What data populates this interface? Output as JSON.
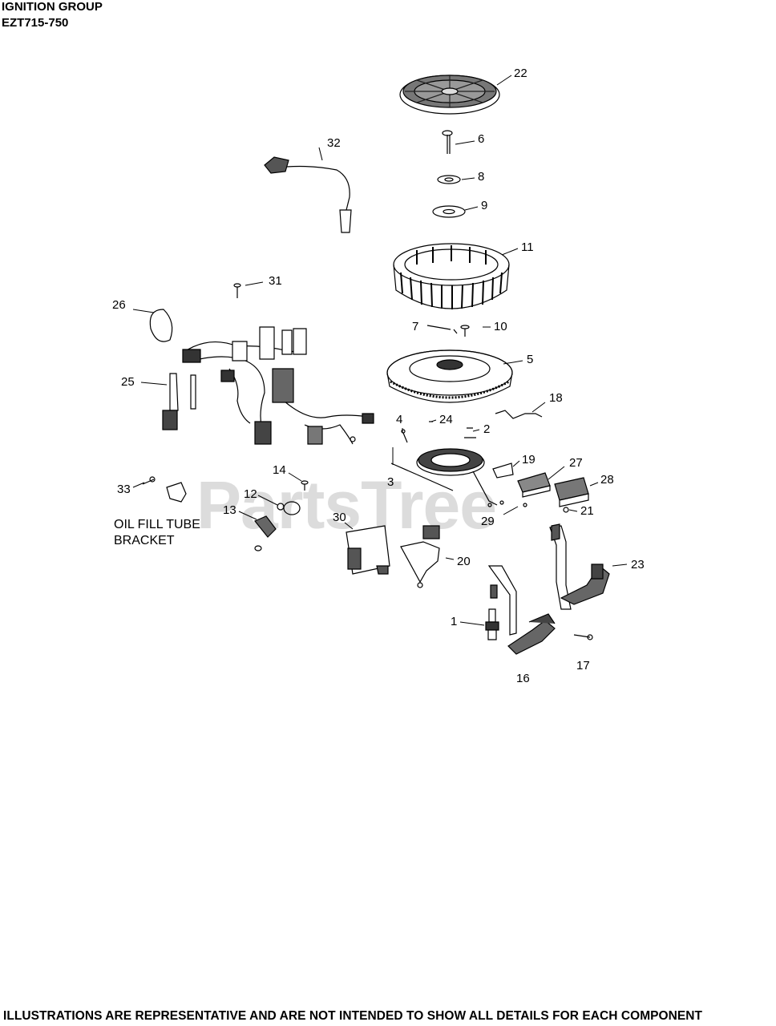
{
  "title": "IGNITION GROUP",
  "model": "EZT715-750",
  "watermark": "PartsTree",
  "footer": "ILLUSTRATIONS ARE REPRESENTATIVE AND ARE NOT INTENDED TO SHOW ALL DETAILS FOR EACH COMPONENT",
  "oil_fill_label_line1": "OIL FILL TUBE",
  "oil_fill_label_line2": "BRACKET",
  "callouts": {
    "c1": "1",
    "c2": "2",
    "c3": "3",
    "c4": "4",
    "c5": "5",
    "c6": "6",
    "c7": "7",
    "c8": "8",
    "c9": "9",
    "c10": "10",
    "c11": "11",
    "c12": "12",
    "c13": "13",
    "c14": "14",
    "c16": "16",
    "c17": "17",
    "c18": "18",
    "c19": "19",
    "c20": "20",
    "c21": "21",
    "c22": "22",
    "c23": "23",
    "c24": "24",
    "c25": "25",
    "c26": "26",
    "c27": "27",
    "c28": "28",
    "c29": "29",
    "c30": "30",
    "c31": "31",
    "c32": "32",
    "c33": "33"
  }
}
